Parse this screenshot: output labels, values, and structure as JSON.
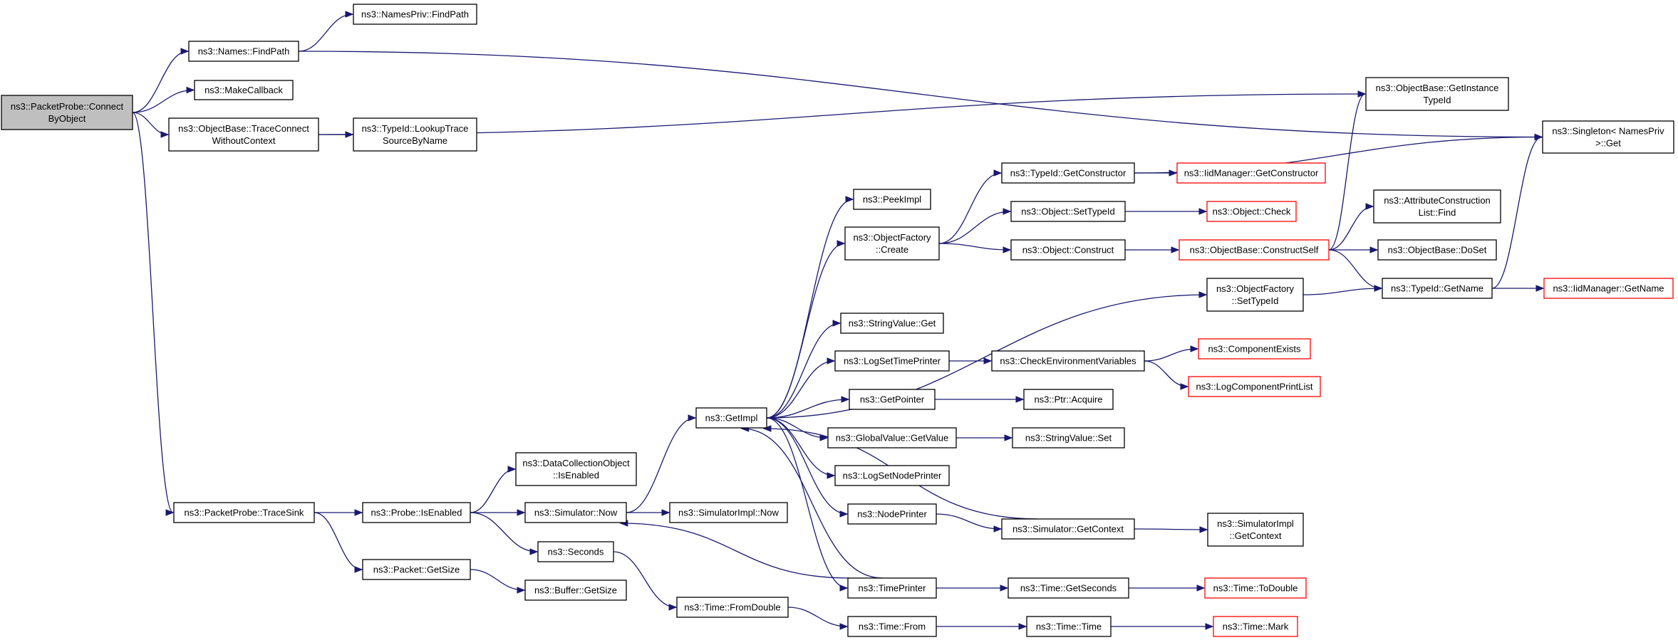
{
  "graph": {
    "type": "call-graph",
    "colors": {
      "edge": "#191970",
      "root_fill": "#bfbfbf",
      "node_border": "#000000",
      "truncated_border": "#ff0000"
    },
    "nodes": [
      {
        "id": "n0",
        "lines": [
          "ns3::PacketProbe::Connect",
          "ByObject"
        ],
        "root": true
      },
      {
        "id": "n1",
        "lines": [
          "ns3::Names::FindPath"
        ]
      },
      {
        "id": "n2",
        "lines": [
          "ns3::NamesPriv::FindPath"
        ]
      },
      {
        "id": "n3",
        "lines": [
          "ns3::Singleton< NamesPriv",
          ">::Get"
        ]
      },
      {
        "id": "n4",
        "lines": [
          "ns3::MakeCallback"
        ]
      },
      {
        "id": "n5",
        "lines": [
          "ns3::ObjectBase::TraceConnect",
          "WithoutContext"
        ]
      },
      {
        "id": "n6",
        "lines": [
          "ns3::ObjectBase::GetInstance",
          "TypeId"
        ]
      },
      {
        "id": "n7",
        "lines": [
          "ns3::TypeId::LookupTrace",
          "SourceByName"
        ]
      },
      {
        "id": "n8",
        "lines": [
          "ns3::PacketProbe::TraceSink"
        ]
      },
      {
        "id": "n9",
        "lines": [
          "ns3::Probe::IsEnabled"
        ]
      },
      {
        "id": "n10",
        "lines": [
          "ns3::DataCollectionObject",
          "::IsEnabled"
        ]
      },
      {
        "id": "n11",
        "lines": [
          "ns3::Simulator::Now"
        ]
      },
      {
        "id": "n12",
        "lines": [
          "ns3::GetImpl"
        ]
      },
      {
        "id": "n13",
        "lines": [
          "ns3::PeekImpl"
        ]
      },
      {
        "id": "n14",
        "lines": [
          "ns3::ObjectFactory",
          "::Create"
        ]
      },
      {
        "id": "n15",
        "lines": [
          "ns3::TypeId::GetConstructor"
        ]
      },
      {
        "id": "n16",
        "lines": [
          "ns3::IidManager::GetConstructor"
        ],
        "truncated": true
      },
      {
        "id": "n17",
        "lines": [
          "ns3::Object::SetTypeId"
        ]
      },
      {
        "id": "n18",
        "lines": [
          "ns3::Object::Check"
        ],
        "truncated": true
      },
      {
        "id": "n19",
        "lines": [
          "ns3::Object::Construct"
        ]
      },
      {
        "id": "n20",
        "lines": [
          "ns3::ObjectBase::ConstructSelf"
        ],
        "truncated": true
      },
      {
        "id": "n21",
        "lines": [
          "ns3::AttributeConstruction",
          "List::Find"
        ]
      },
      {
        "id": "n22",
        "lines": [
          "ns3::ObjectBase::DoSet"
        ]
      },
      {
        "id": "n23",
        "lines": [
          "ns3::TypeId::GetName"
        ]
      },
      {
        "id": "n24",
        "lines": [
          "ns3::IidManager::GetName"
        ],
        "truncated": true
      },
      {
        "id": "n25",
        "lines": [
          "ns3::ObjectFactory",
          "::SetTypeId"
        ]
      },
      {
        "id": "n26",
        "lines": [
          "ns3::StringValue::Get"
        ]
      },
      {
        "id": "n27",
        "lines": [
          "ns3::LogSetTimePrinter"
        ]
      },
      {
        "id": "n28",
        "lines": [
          "ns3::CheckEnvironmentVariables"
        ]
      },
      {
        "id": "n29",
        "lines": [
          "ns3::ComponentExists"
        ],
        "truncated": true
      },
      {
        "id": "n30",
        "lines": [
          "ns3::LogComponentPrintList"
        ],
        "truncated": true
      },
      {
        "id": "n31",
        "lines": [
          "ns3::GetPointer"
        ]
      },
      {
        "id": "n32",
        "lines": [
          "ns3::Ptr::Acquire"
        ]
      },
      {
        "id": "n33",
        "lines": [
          "ns3::GlobalValue::GetValue"
        ]
      },
      {
        "id": "n34",
        "lines": [
          "ns3::StringValue::Set"
        ]
      },
      {
        "id": "n35",
        "lines": [
          "ns3::LogSetNodePrinter"
        ]
      },
      {
        "id": "n36",
        "lines": [
          "ns3::NodePrinter"
        ]
      },
      {
        "id": "n37",
        "lines": [
          "ns3::Simulator::GetContext"
        ]
      },
      {
        "id": "n38",
        "lines": [
          "ns3::SimulatorImpl",
          "::GetContext"
        ]
      },
      {
        "id": "n39",
        "lines": [
          "ns3::SimulatorImpl::Now"
        ]
      },
      {
        "id": "n40",
        "lines": [
          "ns3::Seconds"
        ]
      },
      {
        "id": "n41",
        "lines": [
          "ns3::TimePrinter"
        ]
      },
      {
        "id": "n42",
        "lines": [
          "ns3::Time::GetSeconds"
        ]
      },
      {
        "id": "n43",
        "lines": [
          "ns3::Time::ToDouble"
        ],
        "truncated": true
      },
      {
        "id": "n44",
        "lines": [
          "ns3::Time::FromDouble"
        ]
      },
      {
        "id": "n45",
        "lines": [
          "ns3::Time::From"
        ]
      },
      {
        "id": "n46",
        "lines": [
          "ns3::Time::Time"
        ]
      },
      {
        "id": "n47",
        "lines": [
          "ns3::Time::Mark"
        ],
        "truncated": true
      },
      {
        "id": "n48",
        "lines": [
          "ns3::Packet::GetSize"
        ]
      },
      {
        "id": "n49",
        "lines": [
          "ns3::Buffer::GetSize"
        ]
      }
    ],
    "edges": [
      [
        "n0",
        "n1"
      ],
      [
        "n0",
        "n4"
      ],
      [
        "n0",
        "n5"
      ],
      [
        "n0",
        "n8"
      ],
      [
        "n1",
        "n2"
      ],
      [
        "n1",
        "n3"
      ],
      [
        "n5",
        "n6"
      ],
      [
        "n5",
        "n7"
      ],
      [
        "n8",
        "n9"
      ],
      [
        "n8",
        "n48"
      ],
      [
        "n9",
        "n10"
      ],
      [
        "n9",
        "n11"
      ],
      [
        "n9",
        "n40"
      ],
      [
        "n11",
        "n12"
      ],
      [
        "n11",
        "n39"
      ],
      [
        "n12",
        "n13"
      ],
      [
        "n12",
        "n14"
      ],
      [
        "n12",
        "n25"
      ],
      [
        "n12",
        "n26"
      ],
      [
        "n12",
        "n27"
      ],
      [
        "n12",
        "n31"
      ],
      [
        "n12",
        "n33"
      ],
      [
        "n12",
        "n35"
      ],
      [
        "n12",
        "n36"
      ],
      [
        "n12",
        "n41"
      ],
      [
        "n14",
        "n15"
      ],
      [
        "n14",
        "n17"
      ],
      [
        "n14",
        "n19"
      ],
      [
        "n15",
        "n16"
      ],
      [
        "n15",
        "n3"
      ],
      [
        "n17",
        "n18"
      ],
      [
        "n19",
        "n20"
      ],
      [
        "n20",
        "n6"
      ],
      [
        "n20",
        "n21"
      ],
      [
        "n20",
        "n22"
      ],
      [
        "n20",
        "n23"
      ],
      [
        "n23",
        "n24"
      ],
      [
        "n23",
        "n3"
      ],
      [
        "n25",
        "n23"
      ],
      [
        "n27",
        "n28"
      ],
      [
        "n28",
        "n29"
      ],
      [
        "n28",
        "n30"
      ],
      [
        "n31",
        "n32"
      ],
      [
        "n33",
        "n34"
      ],
      [
        "n36",
        "n37"
      ],
      [
        "n37",
        "n38"
      ],
      [
        "n37",
        "n12"
      ],
      [
        "n40",
        "n44"
      ],
      [
        "n41",
        "n42"
      ],
      [
        "n41",
        "n11"
      ],
      [
        "n41",
        "n12"
      ],
      [
        "n42",
        "n43"
      ],
      [
        "n44",
        "n45"
      ],
      [
        "n45",
        "n46"
      ],
      [
        "n46",
        "n47"
      ],
      [
        "n48",
        "n49"
      ]
    ]
  }
}
